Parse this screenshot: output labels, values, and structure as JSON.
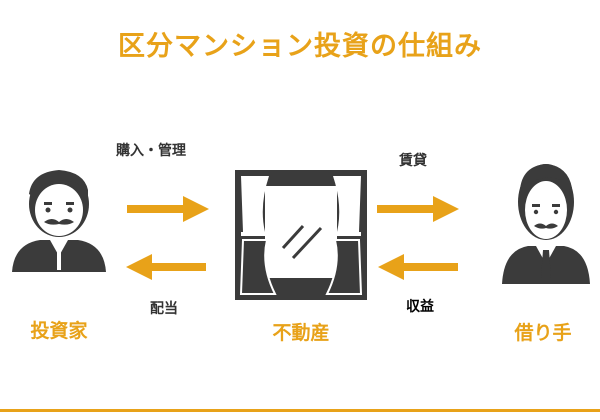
{
  "title": "区分マンション投資の仕組み",
  "entities": {
    "investor": "投資家",
    "property": "不動産",
    "tenant": "借り手"
  },
  "flows": {
    "purchase_manage": "購入・管理",
    "dividend": "配当",
    "lease": "賃貸",
    "income": "収益"
  },
  "icons": {
    "investor": "investor-person-icon",
    "property": "property-window-curtain-icon",
    "tenant": "tenant-person-icon"
  },
  "colors": {
    "accent": "#E8A219",
    "icon": "#3B3B3B",
    "text": "#333333"
  }
}
